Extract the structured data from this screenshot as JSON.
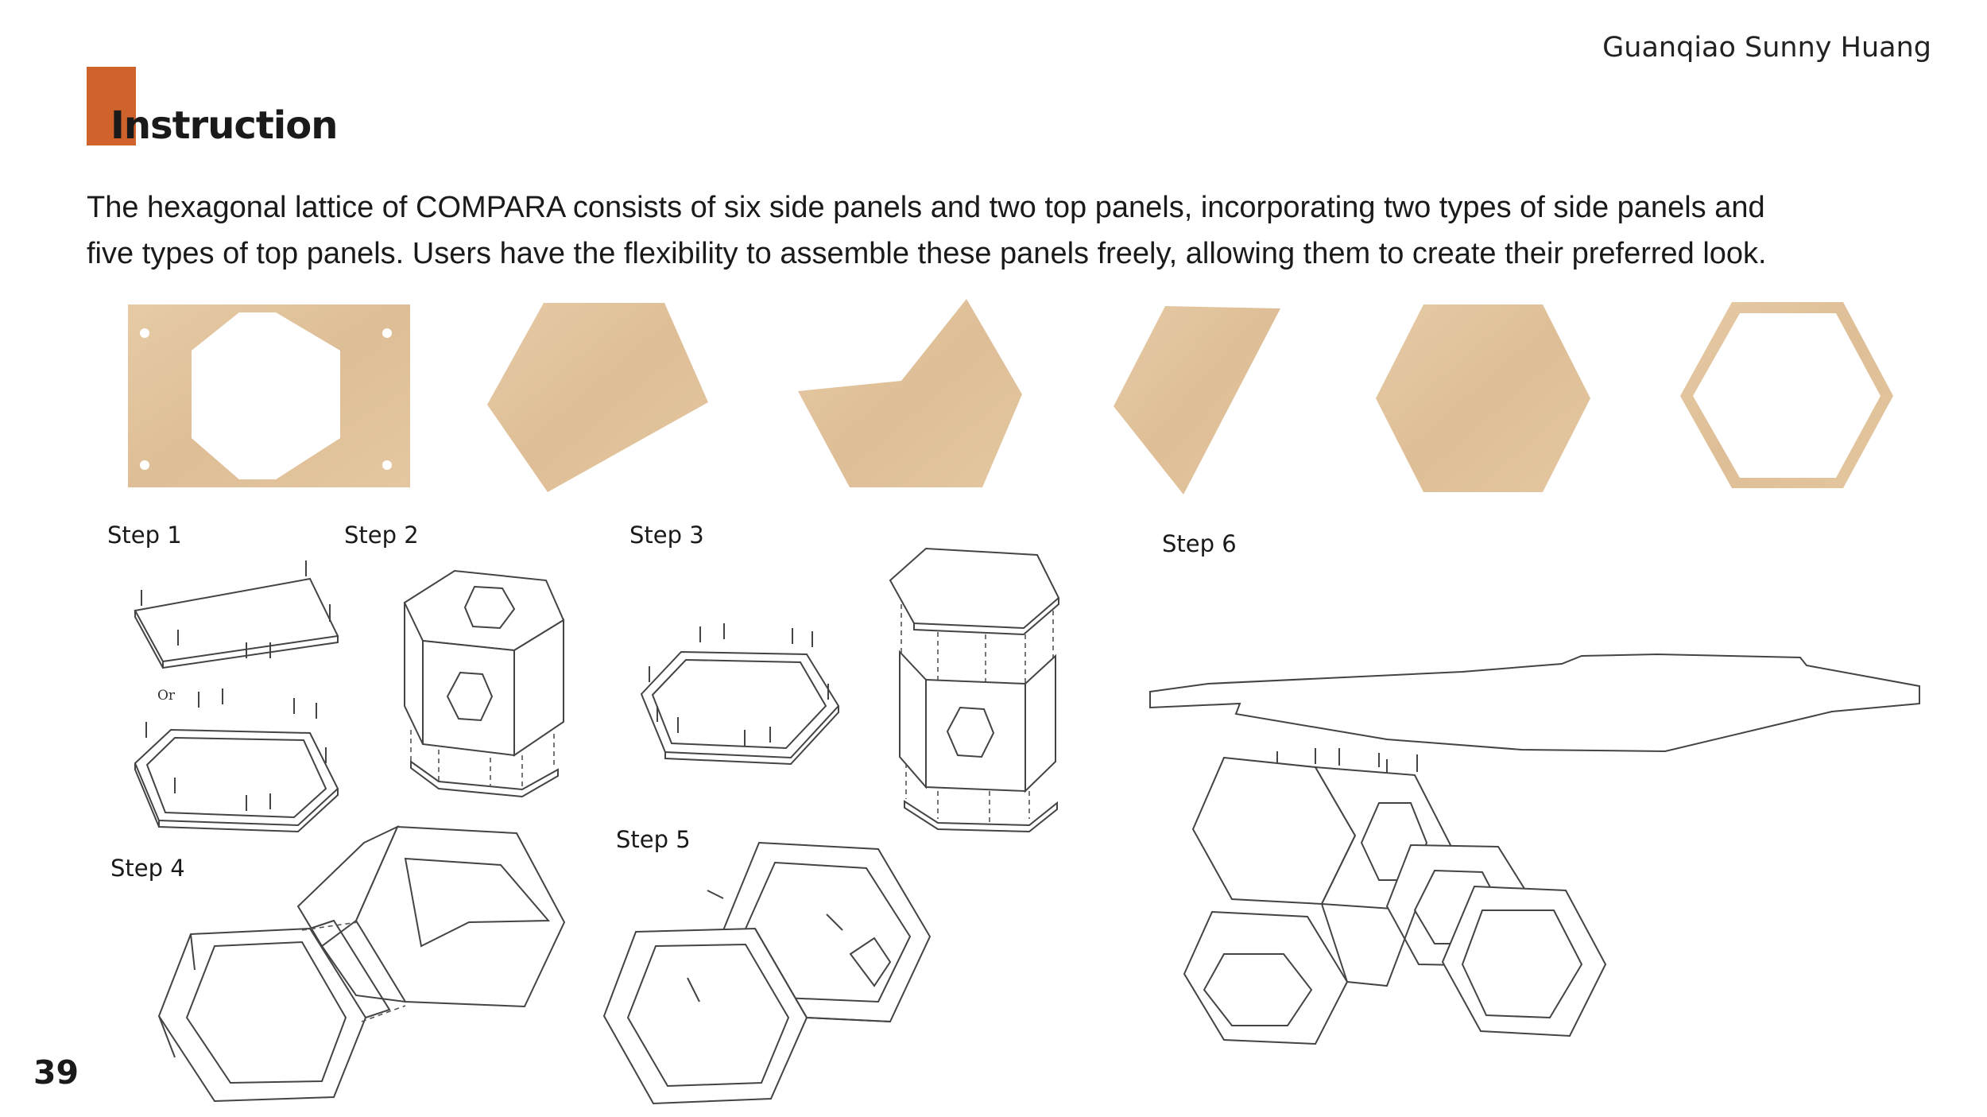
{
  "header": {
    "author": "Guanqiao Sunny Huang",
    "title": "Instruction"
  },
  "intro": {
    "line1": "The hexagonal lattice of COMPARA consists of six side panels and two top panels, incorporating two types of side panels and",
    "line2": "five types of top panels. Users have the flexibility to assemble these panels freely, allowing them to create their preferred look."
  },
  "colors": {
    "accent": "#D0622C",
    "wood": "#E2C49E",
    "wood_dark": "#D4B084"
  },
  "steps": {
    "step1": "Step 1",
    "step2": "Step 2",
    "step3": "Step 3",
    "step4": "Step 4",
    "step5": "Step 5",
    "step6": "Step 6",
    "or_label": "Or"
  },
  "footer": {
    "page_number": "39"
  }
}
